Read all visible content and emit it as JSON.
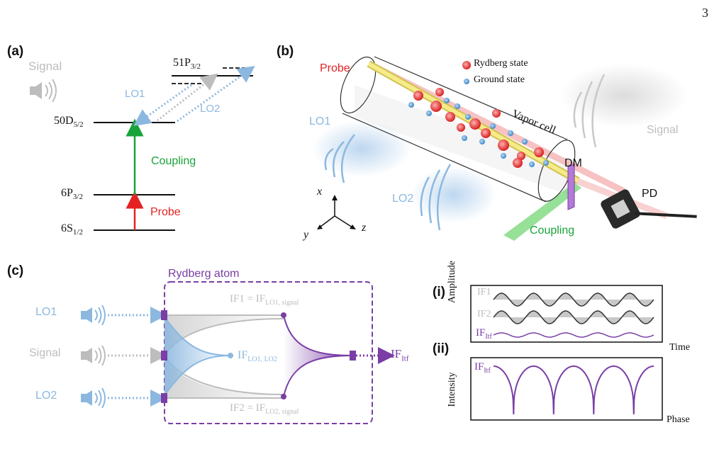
{
  "page_number": "3",
  "colors": {
    "probe": "#e52222",
    "coupling": "#1aa33a",
    "lo": "#8cb8e0",
    "signal": "#bdbdbd",
    "rydberg": "#7a3ea6",
    "cell": "#f0e36a"
  },
  "panel_a": {
    "label": "(a)",
    "signal": "Signal",
    "lo1": "LO1",
    "lo2": "LO2",
    "coupling": "Coupling",
    "probe": "Probe",
    "levels": [
      {
        "base": "51P",
        "sub": "3/2"
      },
      {
        "base": "50D",
        "sub": "5/2"
      },
      {
        "base": "6P",
        "sub": "3/2"
      },
      {
        "base": "6S",
        "sub": "1/2"
      }
    ]
  },
  "panel_b": {
    "label": "(b)",
    "probe": "Probe",
    "legend_rydberg": "Rydberg state",
    "legend_ground": "Ground state",
    "vapor_cell": "Vapor cell",
    "lo1": "LO1",
    "lo2": "LO2",
    "signal": "Signal",
    "dm": "DM",
    "pd": "PD",
    "coupling": "Coupling",
    "axis_x": "x",
    "axis_y": "y",
    "axis_z": "z"
  },
  "panel_c": {
    "label": "(c)",
    "title": "Rydberg atom",
    "lo1": "LO1",
    "signal": "Signal",
    "lo2": "LO2",
    "if1": {
      "base": "IF1 = IF",
      "sub": "LO1, signal"
    },
    "if2": {
      "base": "IF2 = IF",
      "sub": "LO2, signal"
    },
    "if_lo": {
      "base": "IF",
      "sub": "LO1, LO2"
    },
    "if_itf": {
      "base": "IF",
      "sub": "Itf"
    }
  },
  "panel_i": {
    "label": "(i)",
    "ylabel": "Amplitude",
    "xlabel": "Time",
    "if1": "IF1",
    "if2": "IF2",
    "if_itf": {
      "base": "IF",
      "sub": "Itf"
    }
  },
  "panel_ii": {
    "label": "(ii)",
    "ylabel": "Intensity",
    "xlabel": "Phase",
    "if_itf": {
      "base": "IF",
      "sub": "Itf"
    }
  }
}
